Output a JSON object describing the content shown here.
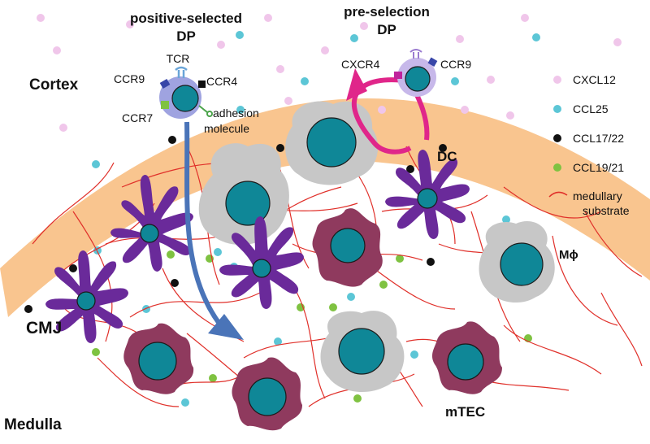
{
  "regions": {
    "cortex": "Cortex",
    "medulla": "Medulla",
    "cmj": "CMJ"
  },
  "cells": {
    "positive_selected": {
      "title_line1": "positive-selected",
      "title_line2": "DP",
      "receptors": {
        "tcr": "TCR",
        "ccr9": "CCR9",
        "ccr4": "CCR4",
        "ccr7": "CCR7",
        "adhesion_line1": "adhesion",
        "adhesion_line2": "molecule"
      }
    },
    "pre_selection": {
      "title_line1": "pre-selection",
      "title_line2": "DP",
      "receptors": {
        "cxcr4": "CXCR4",
        "ccr9": "CCR9"
      }
    },
    "labels": {
      "dc": "DC",
      "macrophage": "Mϕ",
      "mtec": "mTEC"
    }
  },
  "legend": [
    {
      "label": "CXCL12",
      "color": "#f0c6ea",
      "kind": "dot"
    },
    {
      "label": "CCL25",
      "color": "#5cc6d6",
      "kind": "dot"
    },
    {
      "label": "CCL17/22",
      "color": "#111111",
      "kind": "dot"
    },
    {
      "label": "CCL19/21",
      "color": "#7fc241",
      "kind": "dot"
    },
    {
      "label": "medullary",
      "label2": "substrate",
      "color": "#e0302a",
      "kind": "line"
    }
  ],
  "colors": {
    "cmj_band": "#f9c58f",
    "nucleus": "#0f8797",
    "dc": "#6a2a9a",
    "mtec": "#8f3a5e",
    "macrophage": "#c7c7c7",
    "migration_arrow": "#4a74b8",
    "cxcr4_arrow": "#e0268a",
    "pos_cell_body": "#9fa3e0",
    "pre_cell_body": "#c7b8ea"
  }
}
